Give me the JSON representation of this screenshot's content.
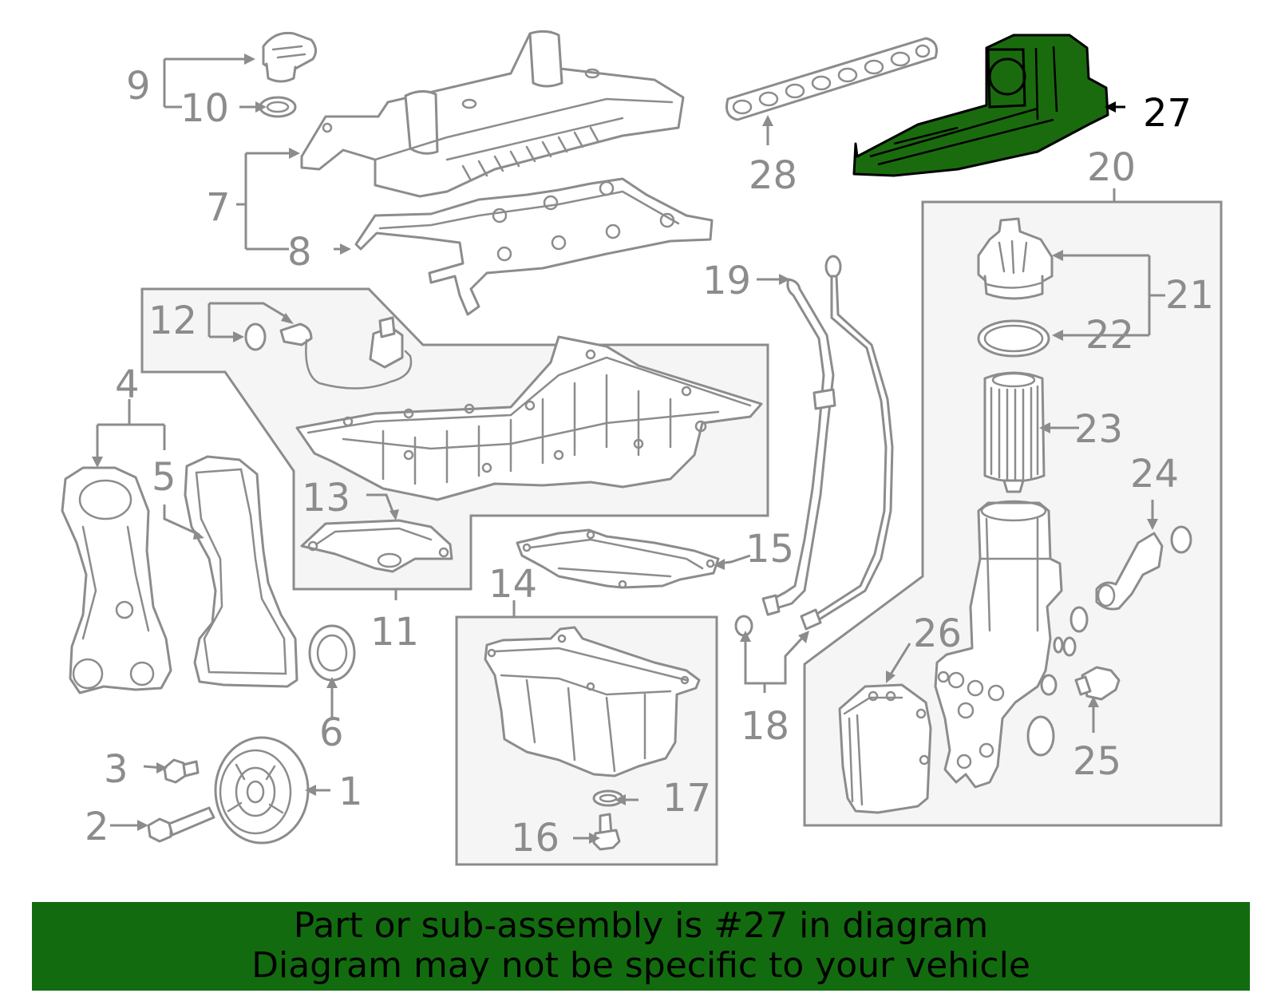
{
  "diagram": {
    "callouts": [
      {
        "n": "1"
      },
      {
        "n": "2"
      },
      {
        "n": "3"
      },
      {
        "n": "4"
      },
      {
        "n": "5"
      },
      {
        "n": "6"
      },
      {
        "n": "7"
      },
      {
        "n": "8"
      },
      {
        "n": "9"
      },
      {
        "n": "10"
      },
      {
        "n": "11"
      },
      {
        "n": "12"
      },
      {
        "n": "13"
      },
      {
        "n": "14"
      },
      {
        "n": "15"
      },
      {
        "n": "16"
      },
      {
        "n": "17"
      },
      {
        "n": "18"
      },
      {
        "n": "19"
      },
      {
        "n": "20"
      },
      {
        "n": "21"
      },
      {
        "n": "22"
      },
      {
        "n": "23"
      },
      {
        "n": "24"
      },
      {
        "n": "25"
      },
      {
        "n": "26"
      },
      {
        "n": "27"
      },
      {
        "n": "28"
      }
    ],
    "highlighted_part": "27",
    "highlight_color": "#136b0f",
    "line_color": "#8c8c8c",
    "box_fill": "#f5f5f5"
  },
  "banner": {
    "line1": "Part or sub-assembly is #27 in diagram",
    "line2": "Diagram may not be specific to your vehicle",
    "background": "#136b0f"
  }
}
